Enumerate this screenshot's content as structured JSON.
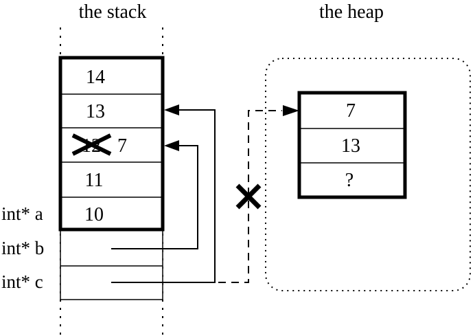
{
  "colors": {
    "ink": "#000000",
    "background": "#ffffff"
  },
  "stack": {
    "title": "the stack",
    "cells": [
      {
        "value": "14"
      },
      {
        "value": "13"
      },
      {
        "value": "12",
        "crossed_out": true,
        "replacement": "7"
      },
      {
        "value": "11"
      },
      {
        "value": "10"
      }
    ],
    "pointers": [
      {
        "label": "int* a"
      },
      {
        "label": "int* b"
      },
      {
        "label": "int* c"
      }
    ]
  },
  "heap": {
    "title": "the heap",
    "cells": [
      {
        "value": "7"
      },
      {
        "value": "13"
      },
      {
        "value": "?"
      }
    ]
  }
}
